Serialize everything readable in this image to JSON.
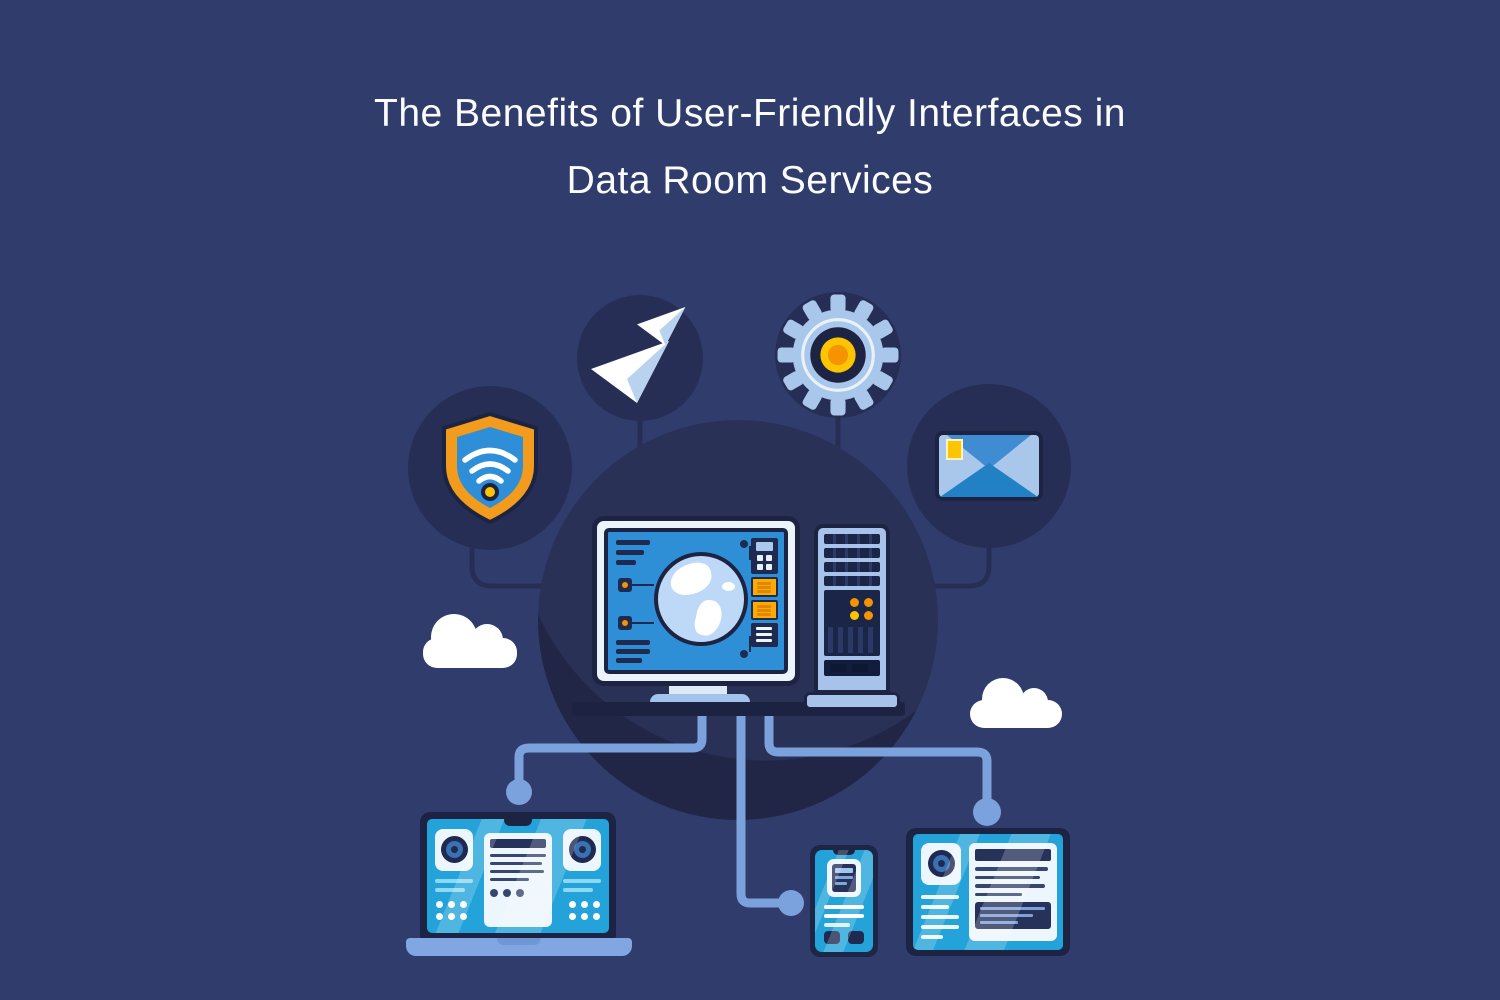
{
  "title": {
    "line1": "The Benefits of User-Friendly Interfaces in",
    "line2": "Data Room Services"
  },
  "illustration": {
    "hub": "desktop-computer-with-globe-and-server-tower",
    "satellite_icons": [
      {
        "name": "paper-planes-icon"
      },
      {
        "name": "gear-icon"
      },
      {
        "name": "shield-wifi-icon"
      },
      {
        "name": "envelope-icon"
      }
    ],
    "connected_devices": [
      {
        "name": "laptop-icon"
      },
      {
        "name": "smartphone-icon"
      },
      {
        "name": "tablet-icon"
      }
    ],
    "decorations": [
      {
        "name": "cloud-icon",
        "count": 2
      }
    ]
  },
  "colors": {
    "background": "#303c6c",
    "circle_dark": "#272e55",
    "circle_shadow": "#212646",
    "outline_navy": "#1d2443",
    "pipe_periwinkle": "#7ba2dc",
    "monitor_screen_blue": "#2e8fd6",
    "device_screen_cyan": "#23a3da",
    "light_blue": "#a9c7ea",
    "accent_orange": "#f59300",
    "accent_yellow": "#fdc500",
    "shield_orange": "#f29b1d",
    "white": "#ffffff"
  }
}
